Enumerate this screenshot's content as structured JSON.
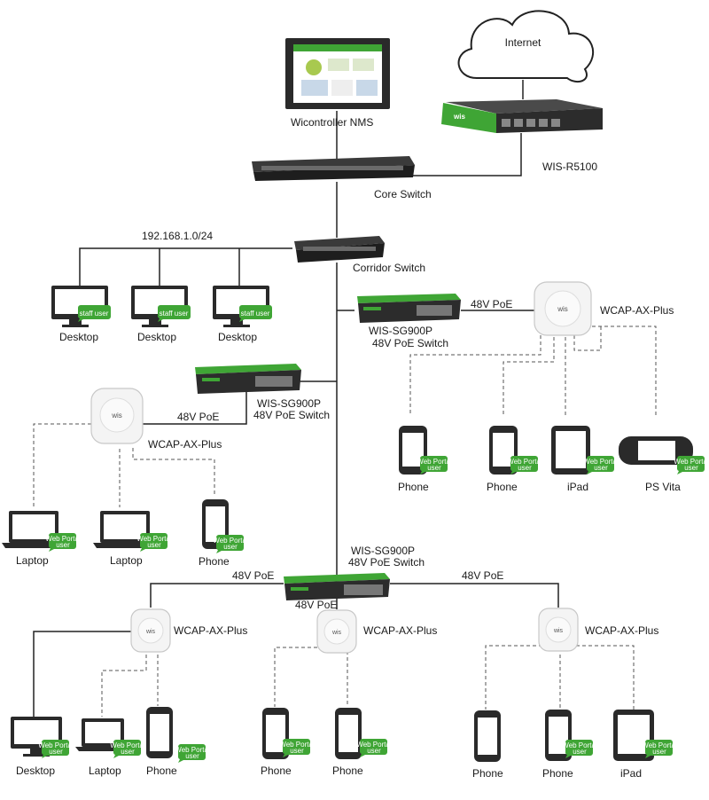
{
  "colors": {
    "brand_green": "#3fa535",
    "line": "#222222",
    "switch_dark": "#2c2c2c",
    "device_dark": "#2a2a2a"
  },
  "labels": {
    "internet": "Internet",
    "router": "WIS-R5100",
    "nms": "Wicontroller NMS",
    "core_switch": "Core Switch",
    "corridor_switch": "Corridor Switch",
    "subnet": "192.168.1.0/24",
    "poe_switch_model": "WIS-SG900P",
    "poe_switch_desc": "48V PoE Switch",
    "poe_link": "48V PoE",
    "ap_model": "WCAP-AX-Plus",
    "ap_logo": "wis",
    "router_logo": "wis"
  },
  "badges": {
    "staff_line1": "staff user",
    "webportal_line1": "Web Portal",
    "webportal_line2": "user"
  },
  "device_names": {
    "desktop": "Desktop",
    "laptop": "Laptop",
    "phone": "Phone",
    "ipad": "iPad",
    "psvita": "PS Vita"
  }
}
